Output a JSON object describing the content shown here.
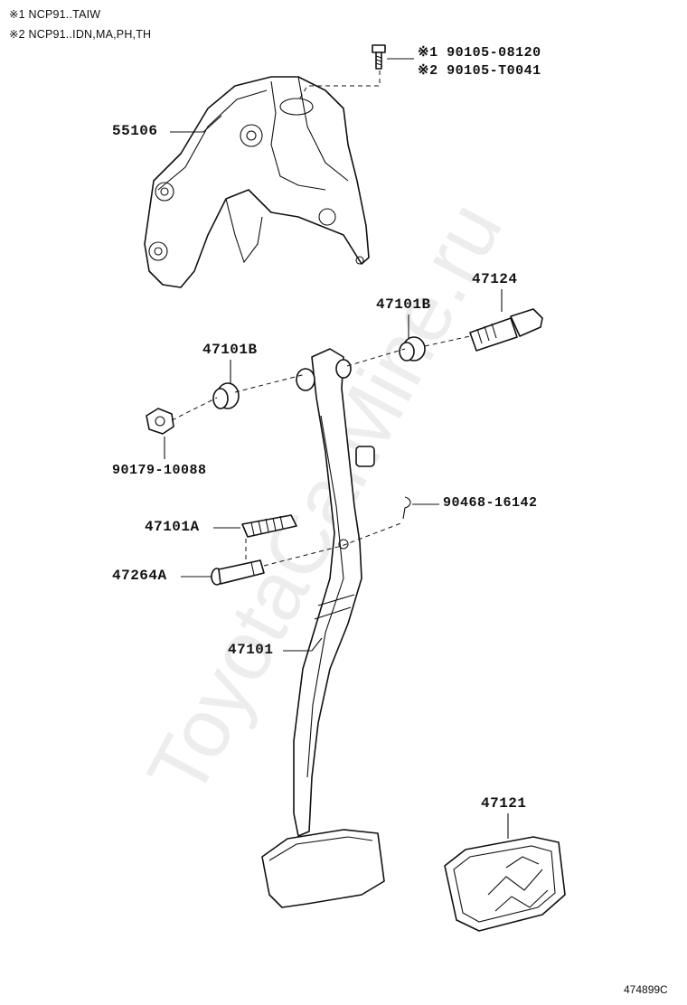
{
  "notes": [
    {
      "mark": "※1",
      "text": "NCP91..TAIW"
    },
    {
      "mark": "※2",
      "text": "NCP91..IDN,MA,PH,TH"
    }
  ],
  "labels": {
    "bracket": "55106",
    "bolt_note1": "※1 90105-08120",
    "bolt_note2": "※2 90105-T0041",
    "bolt": "47124",
    "bushing_right": "47101B",
    "bushing_left": "47101B",
    "nut": "90179-10088",
    "clip": "90468-16142",
    "spring": "47101A",
    "pin": "47264A",
    "pedal": "47101",
    "pad": "47121"
  },
  "watermark": "ToyotaCarMine.ru",
  "figure_code": "474899C"
}
